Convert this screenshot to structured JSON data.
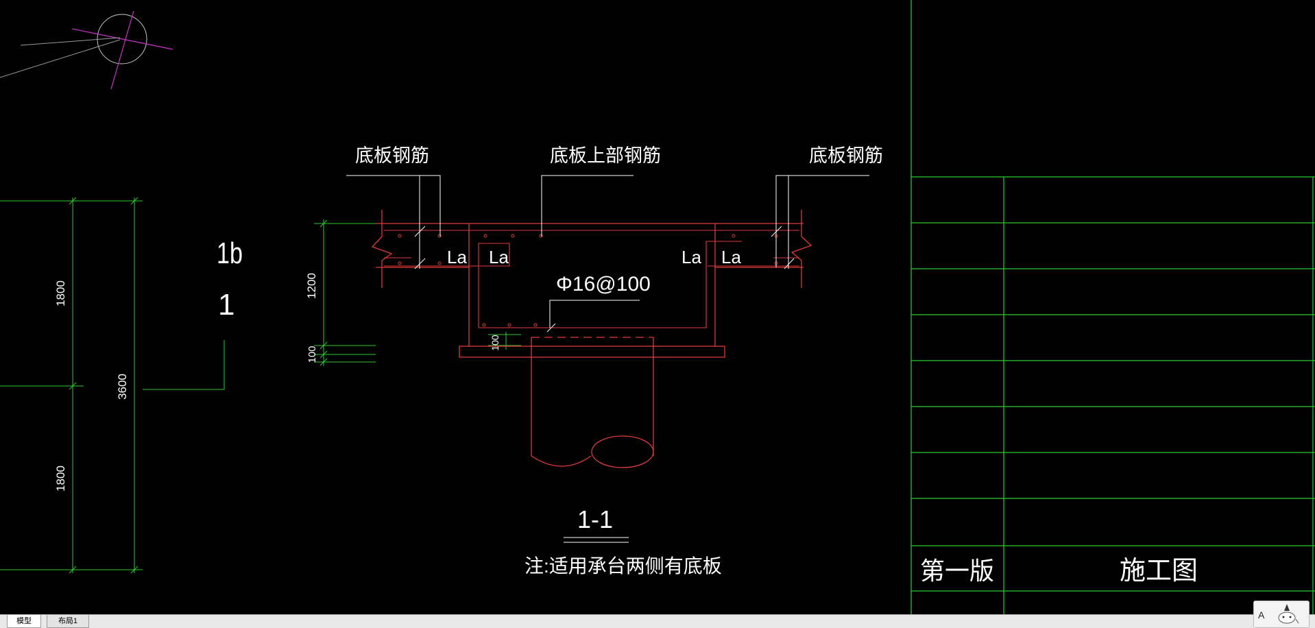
{
  "drawing": {
    "labels": {
      "left_rebar": "底板钢筋",
      "top_rebar": "底板上部钢筋",
      "right_rebar": "底板钢筋",
      "la_1": "La",
      "la_2": "La",
      "la_3": "La",
      "la_4": "La",
      "stirrup_spec": "Φ16@100",
      "section_title": "1-1",
      "note": "注:适用承台两侧有底板",
      "grid_mark_top": "1b",
      "grid_mark_bottom": "1"
    },
    "dimensions": {
      "dim_1800_top": "1800",
      "dim_1800_bottom": "1800",
      "dim_3600": "3600",
      "dim_1200": "1200",
      "dim_100_left": "100",
      "dim_100_inner": "100"
    },
    "title_block": {
      "version": "第一版",
      "stage": "施工图"
    },
    "colors": {
      "background": "#000000",
      "structure": "#e23a3a",
      "dimension": "#2ecc2e",
      "text": "#ffffff",
      "leader": "#ffffff",
      "crosshair_magenta": "#cc33cc",
      "ucs_circle": "#c8c8c8"
    }
  },
  "tabs": {
    "model": "模型",
    "layout1": "布局1"
  },
  "corner_widget": {
    "label": "A",
    "icon": "annotation-scale-icon"
  }
}
